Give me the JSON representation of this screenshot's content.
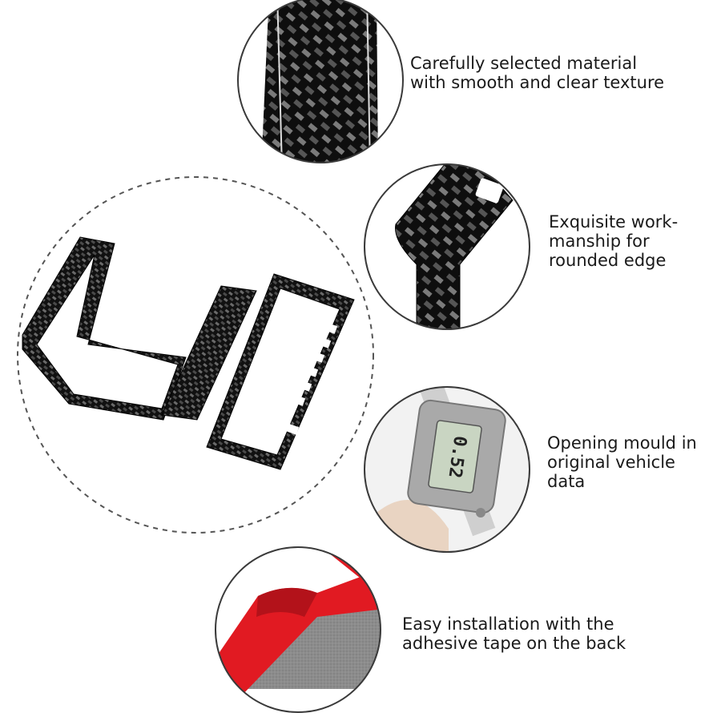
{
  "features": [
    {
      "caption": "Carefully selected material\nwith smooth and clear texture",
      "image": "carbon-fiber-texture-closeup"
    },
    {
      "caption": "Exquisite work-\nmanship for\nrounded edge",
      "image": "rounded-edge-closeup"
    },
    {
      "caption": "Opening mould in\noriginal vehicle\ndata",
      "image": "digital-caliper-measurement"
    },
    {
      "caption": "Easy installation with the\nadhesive tape on the back",
      "image": "red-adhesive-backing-peel"
    }
  ],
  "caliper_display": "0.52",
  "colors": {
    "carbon": "#121212",
    "carbon_weave": "#5a5a5a",
    "adhesive_red": "#e11a22",
    "tape_grey": "#8a8a8a",
    "circle_outline": "#3a3a3a"
  }
}
